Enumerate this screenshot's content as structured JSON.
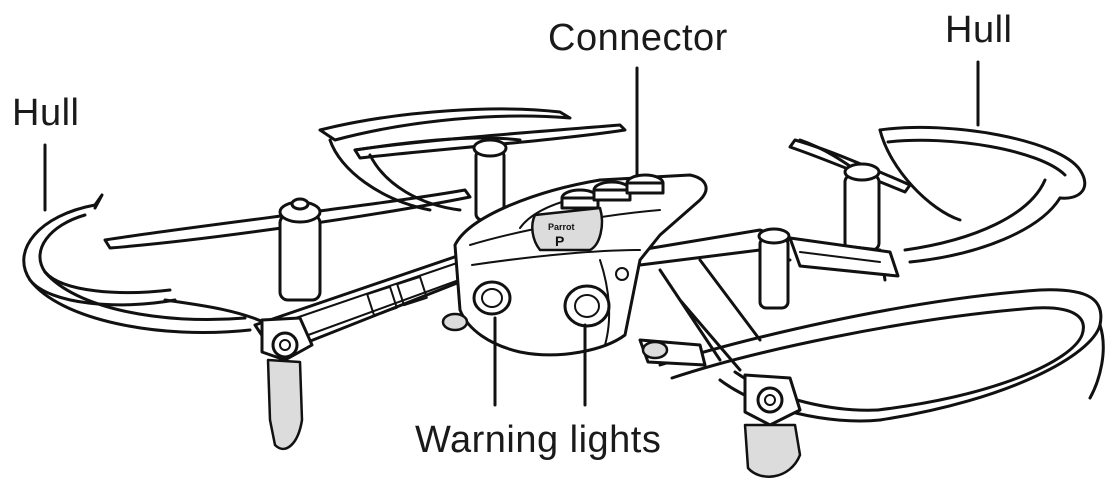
{
  "labels": {
    "hull_left": "Hull",
    "connector": "Connector",
    "hull_right": "Hull",
    "warning_lights": "Warning lights"
  },
  "brand_mark": "Parrot"
}
